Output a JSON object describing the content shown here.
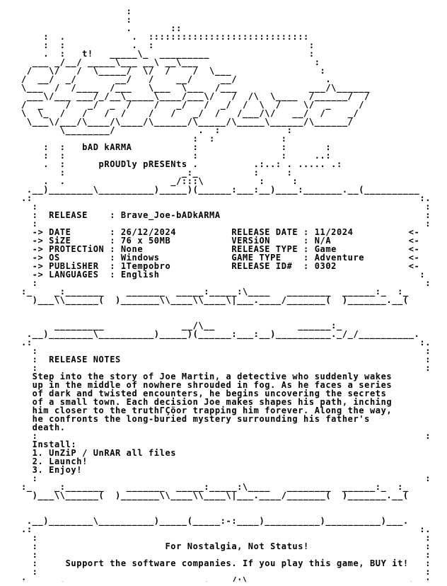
{
  "nfo_lines": [
    "                   :",
    "                   :",
    "                   .       ::",
    "    :  .            .  :::::::::::::::::::::::::::::",
    "    :  :            .  :                            :",
    "    .  :   t!   _____\\_  _________                  :",
    "  ___ _/__/ _____\\___ __\\ __\\___                     :",
    " /   \\/   /  \\_____/  \\/  /    /  \\___                :",
    "/  __/  _/       __/   /    __/     __/                .",
    "\\___  /  /____  /___   \\___  \\___  /___             ___/\\______",
    " ___\\/___ ___/_/__\\_____\\____/___\\/   /  /\\  \\____  /______/  /",
    "/  _    /   _/  _  /    /   _/   /  _/  /  \\  /    \\/  _     /",
    "\\  \\_  /   /   /  /    /   /   _/  /   /___/\\/   __/  /    _/",
    " \\___\\/___/\\____/\\____/\\______/\\_____/\\_____\\______/\\______/",
    "       \\________/               .  :            :",
    "                               :  :            :",
    "    :  :   bAD kARMA           :               :       :",
    "    :  :                       :               :     ..:",
    "    .  :      pROUDly pRESENts .          .:..: . ..... .:",
    "       :                     _:_          :     :",
    "    .  .                   _/:::\\          :     :",
    " .__)________\\__________)_____)(______:___:__)____:_______.__(__________",
    ".:                                                                      :.",
    "  :                                                                      :",
    "  :  RELEASE    : Brave_Joe-bADkARMA                                     :",
    "  :                                                                      :",
    "  -> DATE       : 26/12/2024          RELEASE DATE : 11/2024          <-",
    "  -> SiZE       : 76 x 50MB           VERSiON      : N/A              <-",
    "  -> PROTECTiON : None                RELEASE TYPE : Game             <-",
    "  -> OS         : Windows             GAME TYPE    : Adventure        <-",
    "  -> PUBLiSHER  : 1Tempobro           RELEASE ID#  : 0302             <-",
    "  -> LANGUAGES  : English                                               :",
    "  :                                                                      :",
    ":_    _:_______    _______  _____:_____:\\____   ________  ______:_  :_",
    "  )___\\\\______(  )_______\\\\____\\\\____\\|___.____/_______(  )_______.__(",
    "",
    "",
    "      _________              __/\\__               ______:_",
    " .__)________\\__________)_____)(______:___:__)__________._/_/__________.",
    ".:                                                                      :.",
    "  :                                                                      :",
    "  :  RELEASE NOTES                                                       :",
    "  :                                                                      :",
    "  Step into the story of Joe Martin, a detective who suddenly wakes",
    "  up in the middle of nowhere shrouded in fog. As he faces a series",
    "  of dark and twisted encounters, he begins uncovering the secrets",
    "  of a small town. Each decision Joe makes shapes his path, inching",
    "  him closer to the truthΓÇöor trapping him forever. Along the way,",
    "  he confronts the long-buried mystery surrounding his father's",
    "  death.",
    "  :                                                                      :",
    "  Install:",
    "  1. UnZiP / UnRAR all files",
    "  2. Launch!",
    "  3. Enjoy!",
    "  :                                                                      :",
    ":_    _:_______    _______  _____:_____:\\____   ________  ______:_  :_",
    "  )___\\\\______(  )_______\\\\____\\\\____\\|___.____/_______(  )_______.__(",
    "",
    "",
    " .__)________\\__________)_____(_____:-:____)__________)__________)___.",
    ".:                                                                      :.",
    "  :                                                                      :",
    "  :                       For Nostalgia, Not Status!                     :",
    "  :                                                                      :",
    "  :     Support the software companies. If you play this game, BUY it!   :",
    "  :                                                                      :",
    ":_    _.________    ______  _____.____/:\\_________   ________   ______._ :_",
    "(____/|/-------\\___\\_____\\(-----------)___._____/--------\\_____)"
  ]
}
